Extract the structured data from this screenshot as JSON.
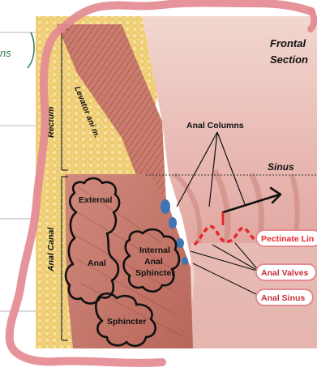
{
  "figure": {
    "title_line1": "Frontal",
    "title_line2": "Section",
    "region_labels": {
      "rectum": "Rectum",
      "anal_canal": "Anal Canal",
      "levator_ani": "Levator ani m."
    },
    "structure_labels": {
      "anal_columns": "Anal Columns",
      "pectinate_line": "Pectinate Lin",
      "anal_valves": "Anal Valves",
      "anal_sinus": "Anal Sinus"
    },
    "handwritten": {
      "sinus_note": "Sinus",
      "margin_note": "ns",
      "external": "External",
      "anal": "Anal",
      "internal": "Internal",
      "internal_anal": "Anal",
      "internal_sphincter": "Sphincter",
      "sphincter": "Sphincter"
    },
    "colors": {
      "pink_highlight": "#e48a92",
      "pectinate_red": "#e8262b",
      "handwriting_green": "#2f7a52",
      "ink_black": "#111111"
    }
  }
}
